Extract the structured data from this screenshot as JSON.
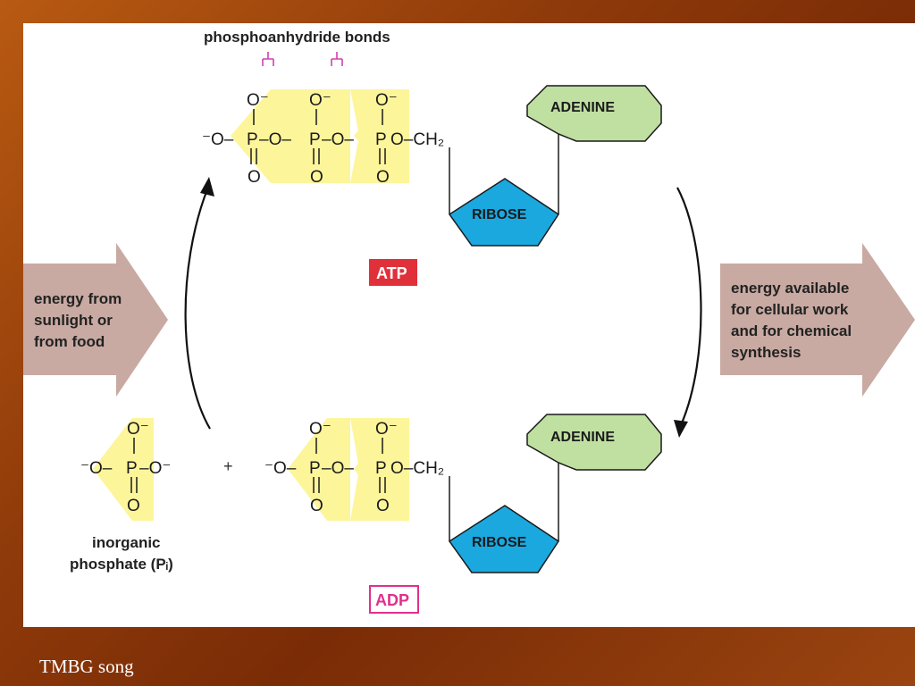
{
  "caption": "TMBG song",
  "diagram": {
    "bond_label": "phosphoanhydride bonds",
    "atp_label": "ATP",
    "adp_label": "ADP",
    "adenine": "ADENINE",
    "ribose": "RIBOSE",
    "ch2": "O–CH₂",
    "o_minus": "O⁻",
    "o": "O",
    "p": "P",
    "o_left": "⁻O–",
    "dash_o": "–O–",
    "pi_right": "–O⁻",
    "plus": "+",
    "energy_in": [
      "energy from",
      "sunlight or",
      "from food"
    ],
    "energy_out": [
      "energy available",
      "for cellular work",
      "and for chemical",
      "synthesis"
    ],
    "phosphate": [
      "inorganic",
      "phosphate (Pᵢ)"
    ],
    "colors": {
      "phosphate": "#fdf59a",
      "adenine": "#bfe0a0",
      "ribose": "#1aa8df",
      "atp_box": "#e0303a",
      "adp_box": "#e0308c",
      "arrow": "#c8aaa2",
      "bond_bracket": "#d040b0"
    }
  }
}
